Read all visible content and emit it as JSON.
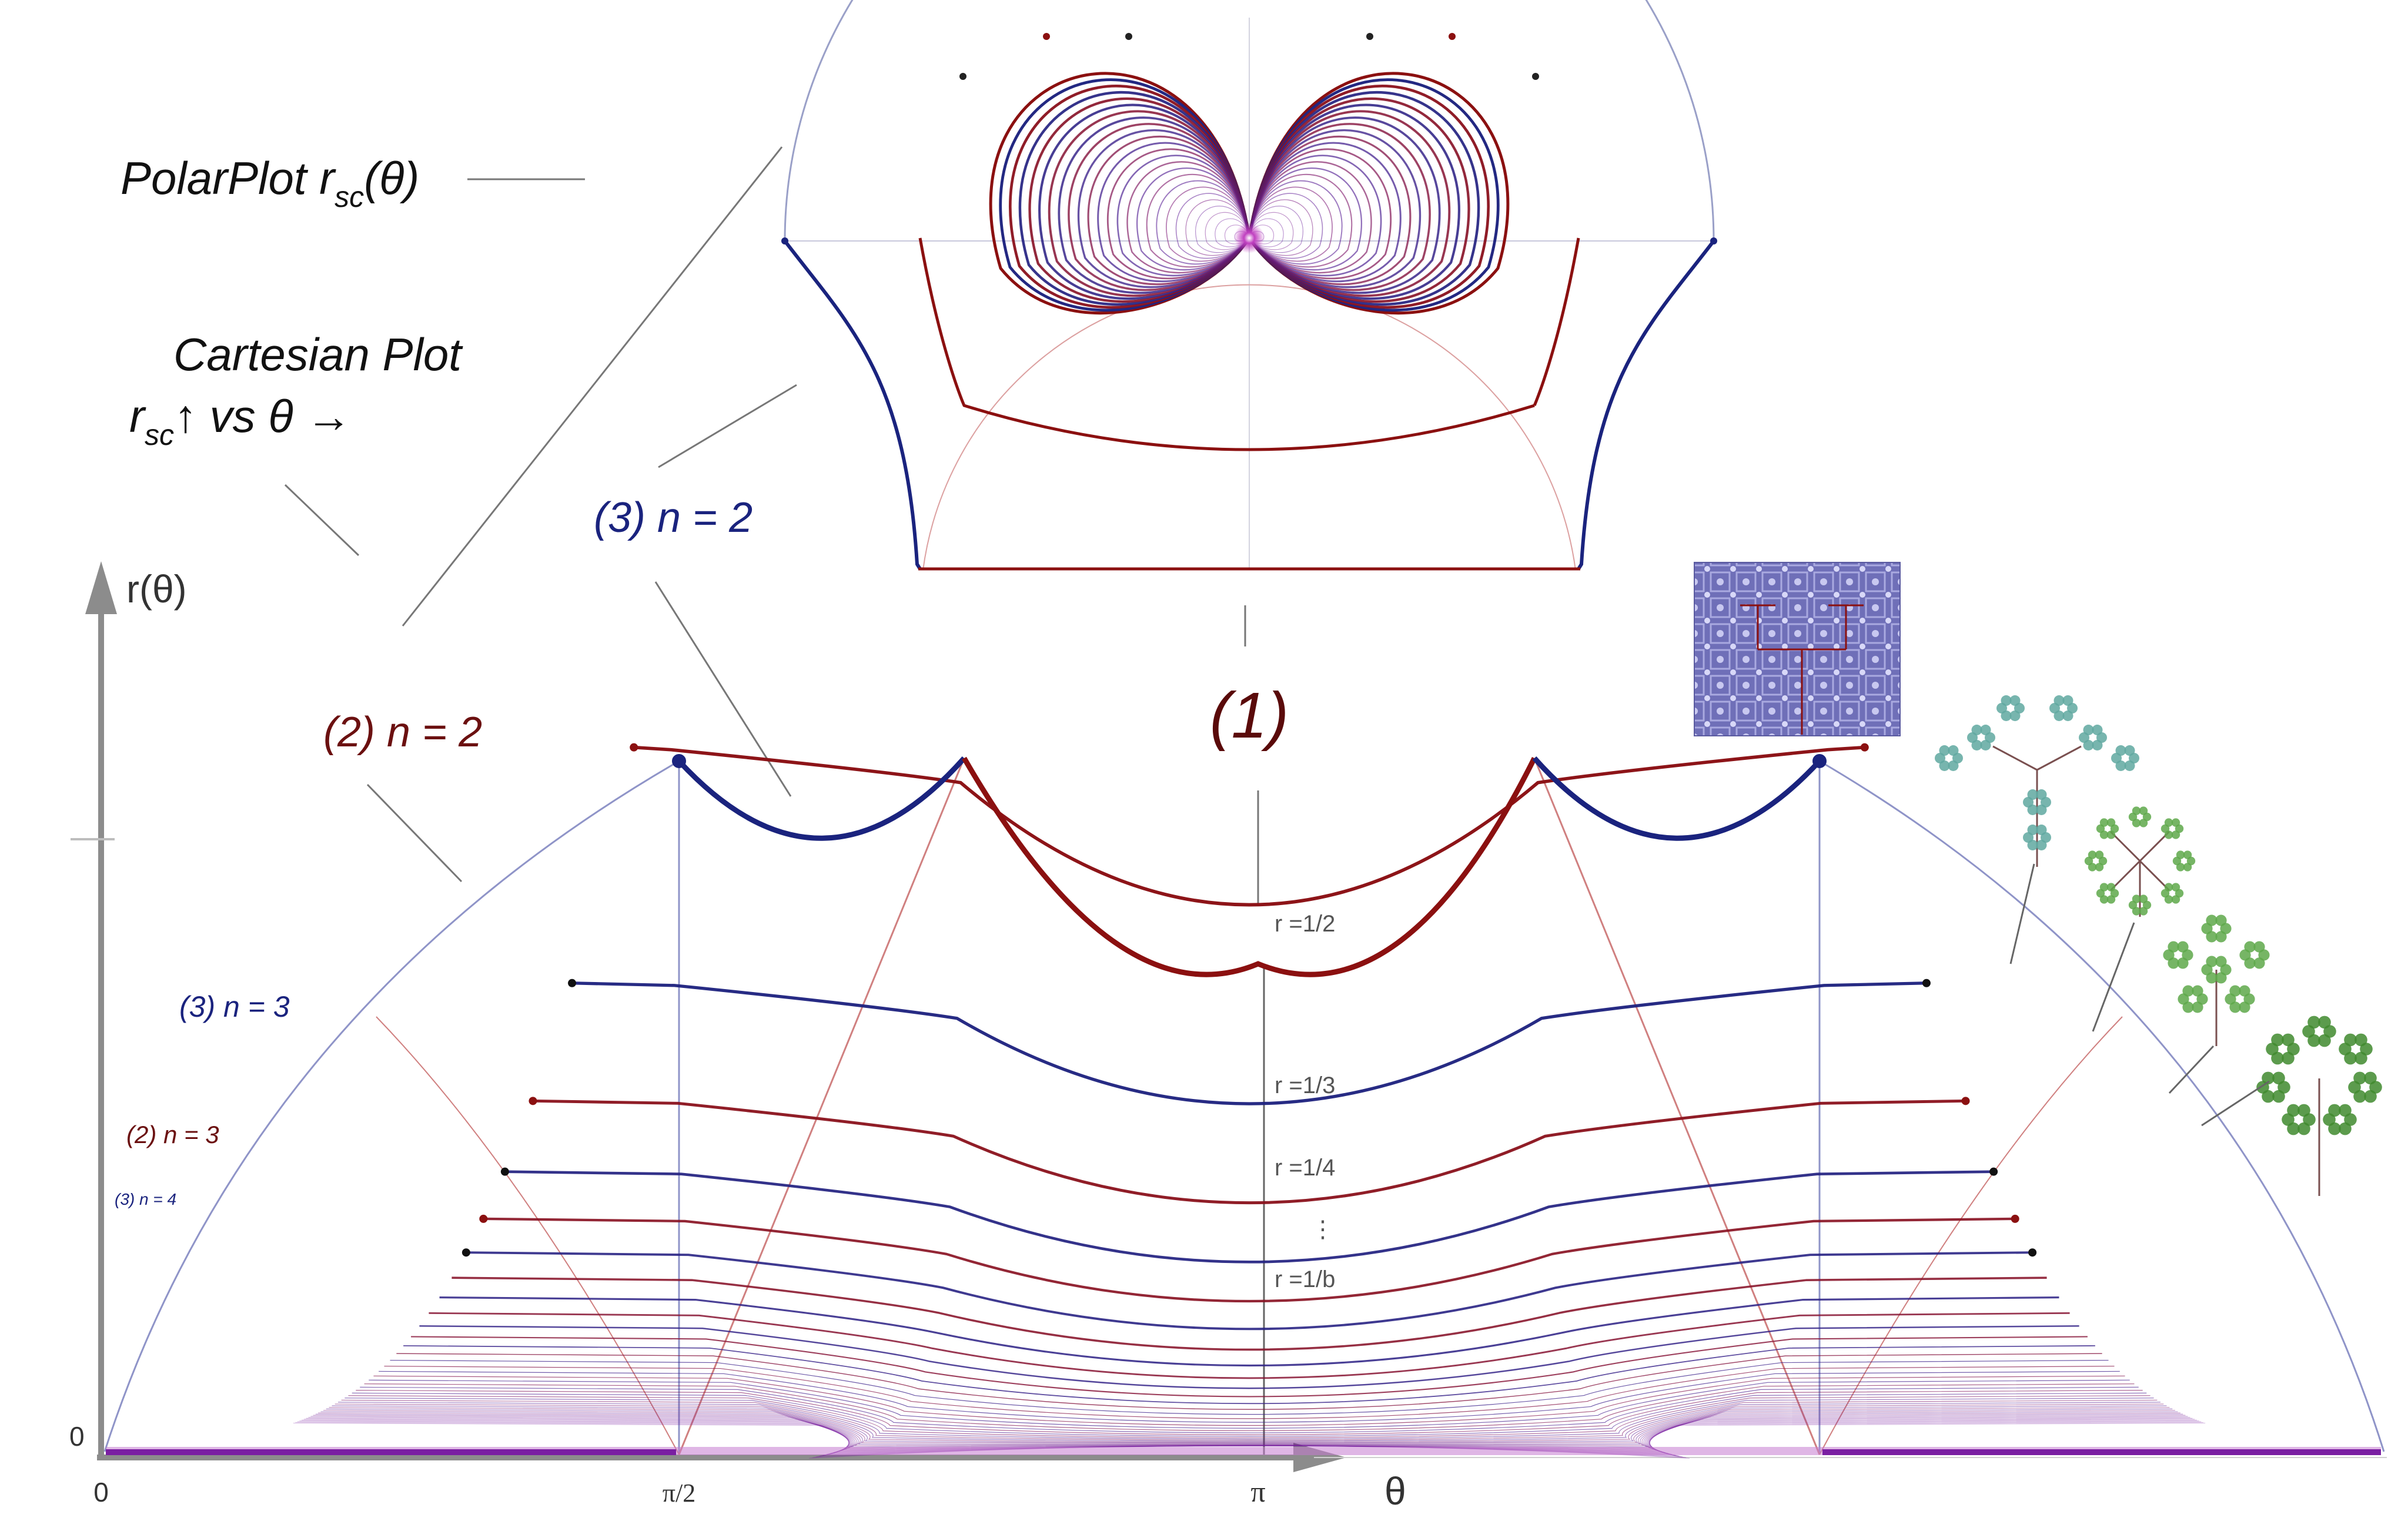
{
  "labels": {
    "polar_title": "PolarPlot r",
    "polar_sub": "sc",
    "polar_arg": "(θ)",
    "cart_title": "Cartesian Plot",
    "cart_r": "r",
    "cart_sub": "sc",
    "cart_vs": "↑  vs  θ →",
    "l3n2_top": "(3)    n = 2",
    "l2n2": "(2)    n = 2",
    "l1": "(1)",
    "l3n3": "(3)    n = 3",
    "l2n3": "(2)    n = 3",
    "l3n4": "(3)    n = 4",
    "r_half": "r =1/2",
    "r_third": "r =1/3",
    "r_quarter": "r =1/4",
    "r_dots": "⋮",
    "r_b": "r =1/b"
  },
  "axes": {
    "y_label": "r(θ)",
    "x_label": "θ",
    "x_ticks": [
      "0",
      "π/2",
      "π"
    ],
    "y_zero": "0"
  },
  "colors": {
    "blue": "#1a237e",
    "red": "#8b1010",
    "axis": "#8c8c8c",
    "purple": "#7a1fa2"
  },
  "icons": {
    "tsquare": "t-square-fractal-image",
    "tree1": "h-tree-fractal-icon",
    "tree2": "square-fractal-icon",
    "tree3": "pentagon-fractal-icon",
    "tree4": "heptagon-fractal-icon"
  }
}
